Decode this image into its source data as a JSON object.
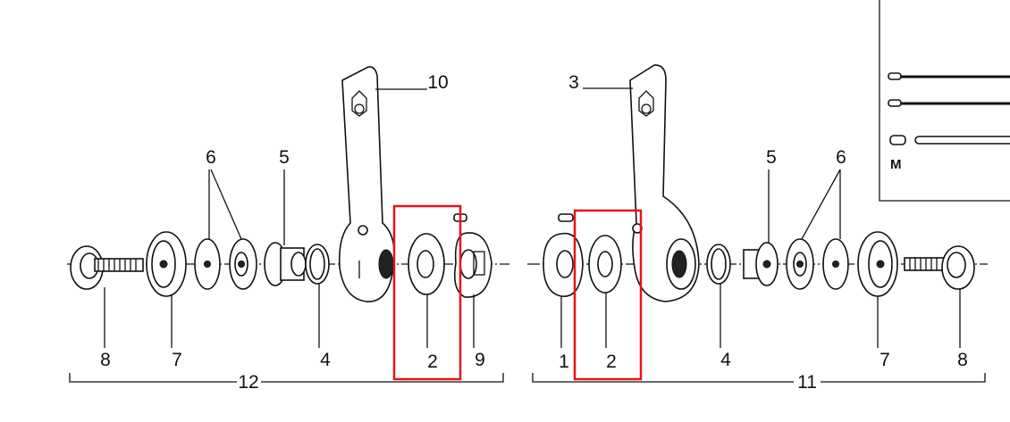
{
  "diagram": {
    "left_assembly": {
      "labels": {
        "lever": "10",
        "washers": "6",
        "nut": "5",
        "bolt": "8",
        "cap_washer": "7",
        "ring": "4",
        "washer": "2",
        "clip": "9",
        "assembly": "12"
      }
    },
    "right_assembly": {
      "labels": {
        "lever": "3",
        "nut": "5",
        "washers": "6",
        "clip": "1",
        "washer": "2",
        "ring": "4",
        "cap_washer": "7",
        "bolt": "8",
        "assembly": "11"
      }
    },
    "inset": {
      "label": "M"
    },
    "highlight_color": "#e8141c"
  }
}
